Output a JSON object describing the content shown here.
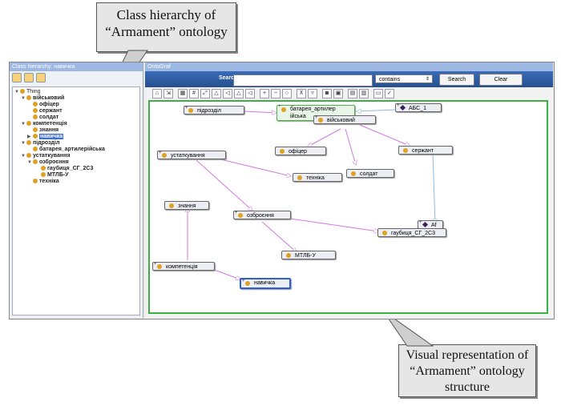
{
  "callouts": {
    "top": "Class hierarchy of “Armament” ontology",
    "bottom": "Visual representation of “Armament” ontology structure"
  },
  "left_panel": {
    "title": "Class hierarchy: навичка",
    "tree": [
      {
        "label": "Thing",
        "level": 0,
        "toggle": "▼"
      },
      {
        "label": "військовий",
        "level": 1,
        "toggle": "▼"
      },
      {
        "label": "офіцер",
        "level": 2
      },
      {
        "label": "сержант",
        "level": 2
      },
      {
        "label": "солдат",
        "level": 2
      },
      {
        "label": "компетенція",
        "level": 1,
        "toggle": "▼"
      },
      {
        "label": "знання",
        "level": 2
      },
      {
        "label": "навичка",
        "level": 2,
        "toggle": "▶",
        "selected": true
      },
      {
        "label": "підрозділ",
        "level": 1,
        "toggle": "▼"
      },
      {
        "label": "батарея_артилерійська",
        "level": 2
      },
      {
        "label": "устаткування",
        "level": 1,
        "toggle": "▼"
      },
      {
        "label": "озброєння",
        "level": 2,
        "toggle": "▼"
      },
      {
        "label": "гаубиця_СГ_2С3",
        "level": 3
      },
      {
        "label": "МТЛБ-У",
        "level": 3
      },
      {
        "label": "техніка",
        "level": 2
      }
    ]
  },
  "right_panel": {
    "title": "OntoGraf",
    "search_label": "Search:",
    "search_value": "",
    "search_mode": "contains",
    "search_button": "Search",
    "clear_button": "Clear",
    "graph_nodes": [
      {
        "id": "pidrozdil",
        "label": "підрозділ"
      },
      {
        "id": "bataria",
        "label": "батарея_артилер ійська"
      },
      {
        "id": "abs",
        "label": "АБС_1"
      },
      {
        "id": "viiskovyi",
        "label": "військовий"
      },
      {
        "id": "ofitser",
        "label": "офіцер"
      },
      {
        "id": "serzhant",
        "label": "сержант"
      },
      {
        "id": "ustatkuvannia",
        "label": "устаткування"
      },
      {
        "id": "tekhnika",
        "label": "техніка"
      },
      {
        "id": "soldat",
        "label": "солдат"
      },
      {
        "id": "znannia",
        "label": "знання"
      },
      {
        "id": "ozbroiennia",
        "label": "озброєння"
      },
      {
        "id": "af",
        "label": "Af"
      },
      {
        "id": "gaubytsia",
        "label": "гаубиця_СГ_2С3"
      },
      {
        "id": "mtlb",
        "label": "МТЛБ-У"
      },
      {
        "id": "kompetentsiia",
        "label": "компетенція"
      },
      {
        "id": "navychka",
        "label": "навичка"
      }
    ]
  },
  "colors": {
    "is_a_edge": "#d07adf",
    "individual_edge": "#8fb8e0",
    "selection": "#2d5fd9",
    "canvas_border": "#3cb043",
    "class_dot": "#e0a020"
  }
}
